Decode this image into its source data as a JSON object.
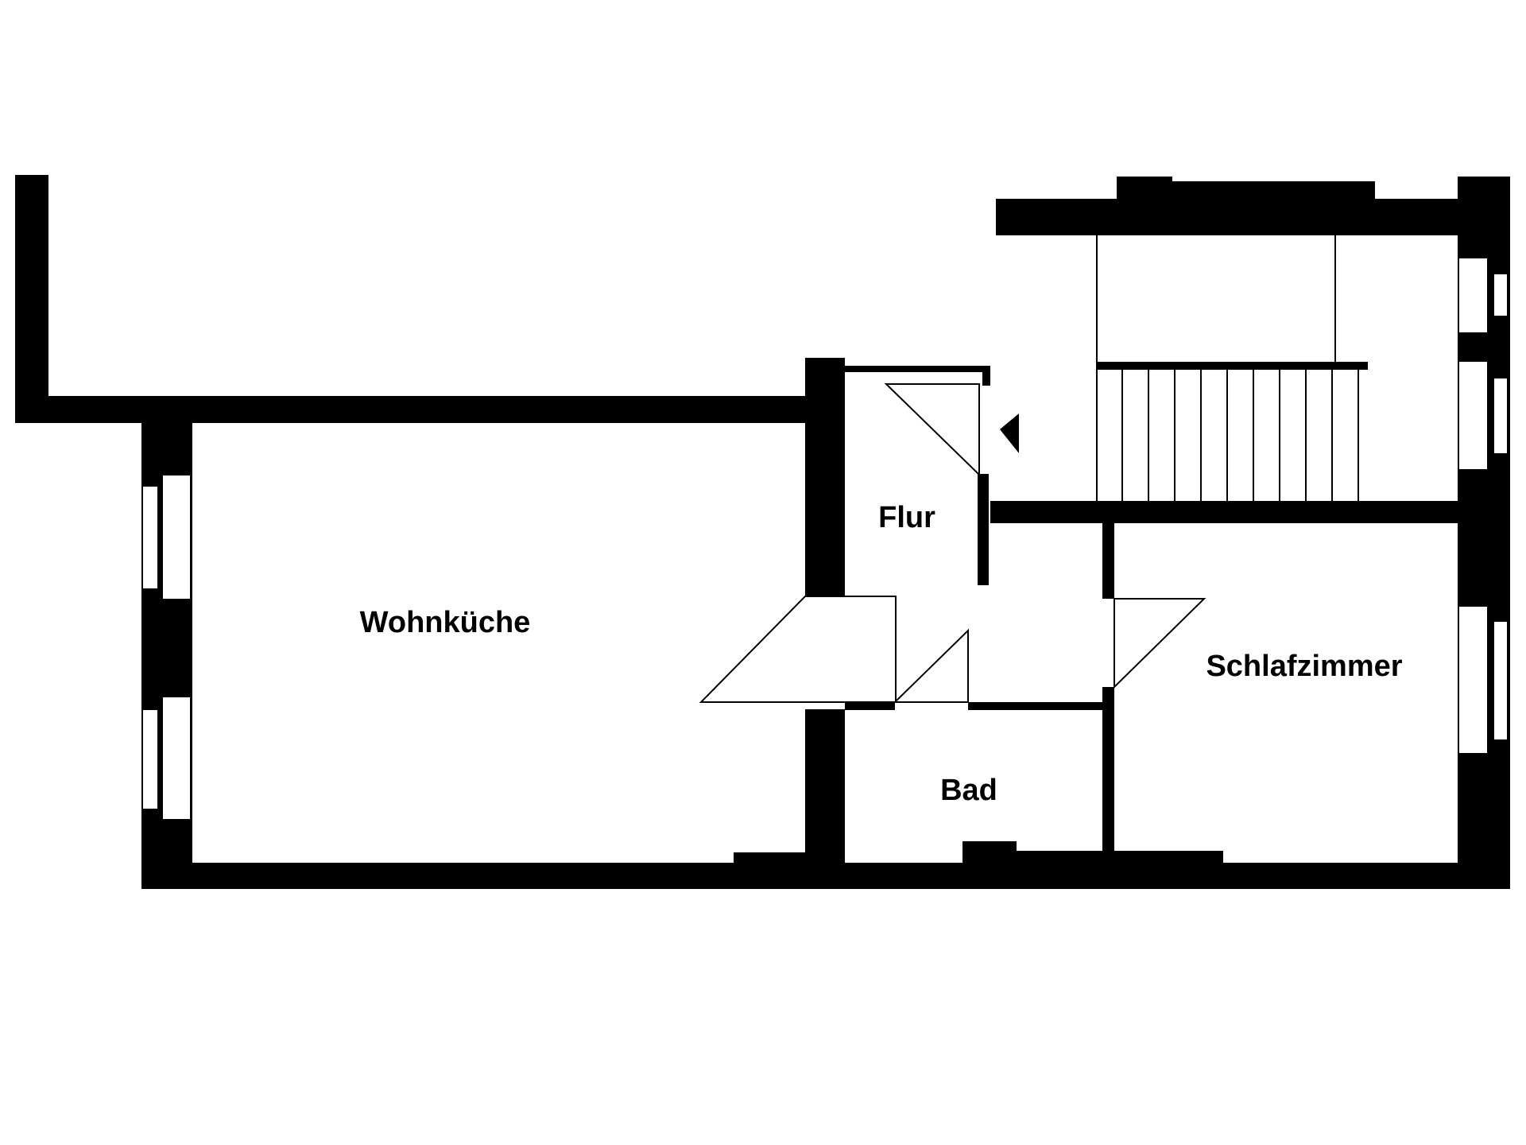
{
  "plan": {
    "rooms": [
      {
        "id": "wohnkueche",
        "label": "Wohnküche"
      },
      {
        "id": "flur",
        "label": "Flur"
      },
      {
        "id": "schlafzimmer",
        "label": "Schlafzimmer"
      },
      {
        "id": "bad",
        "label": "Bad"
      }
    ],
    "colors": {
      "wall": "#000000",
      "background": "#ffffff"
    },
    "icons": {
      "entrance": "entrance-arrow-icon",
      "stairs": "staircase-icon"
    }
  }
}
